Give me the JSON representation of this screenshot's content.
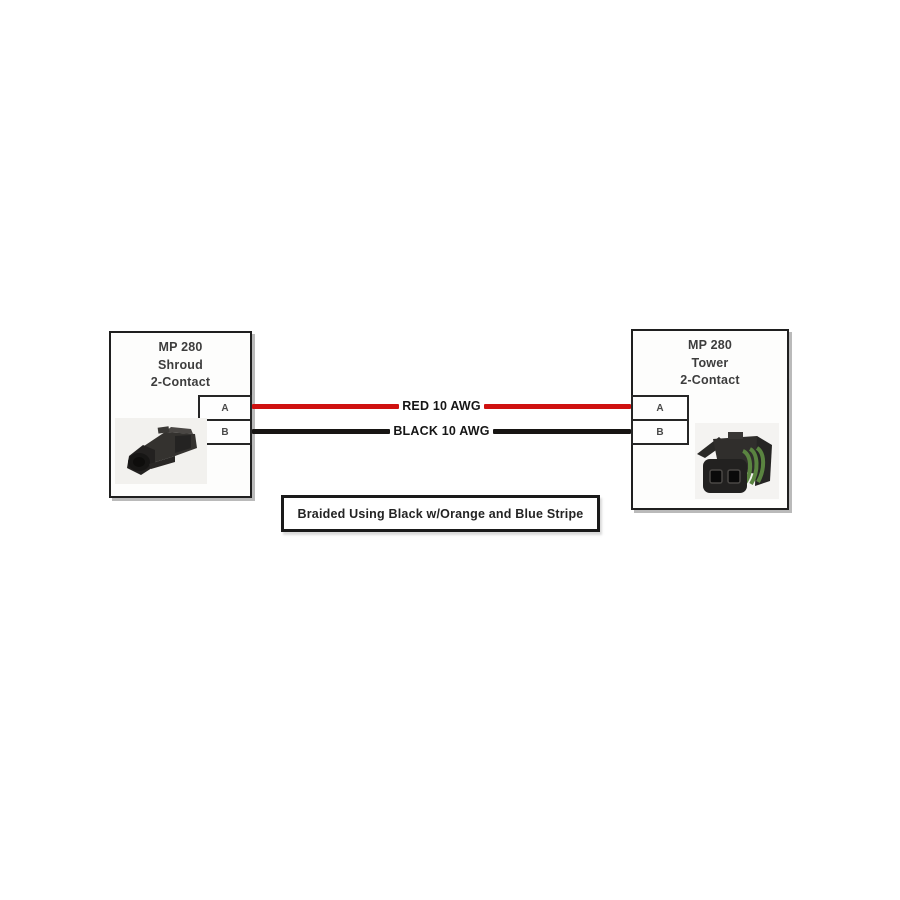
{
  "diagram": {
    "left_box": {
      "title_lines": [
        "MP 280",
        "Shroud",
        "2-Contact"
      ],
      "terminals": [
        "A",
        "B"
      ]
    },
    "right_box": {
      "title_lines": [
        "MP 280",
        "Tower",
        "2-Contact"
      ],
      "terminals": [
        "A",
        "B"
      ]
    },
    "wires": [
      {
        "label": "RED 10 AWG",
        "color": "#cf1110",
        "from": "A",
        "to": "A"
      },
      {
        "label": "BLACK 10 AWG",
        "color": "#171513",
        "from": "B",
        "to": "B"
      }
    ],
    "note": "Braided Using Black w/Orange and Blue Stripe",
    "colors": {
      "box_border": "#1f1f1f",
      "title_text": "#3d3d3d",
      "wire_label_text": "#161616",
      "photo_background": "#f2f1ee",
      "seal_green": "#5a8440"
    }
  }
}
